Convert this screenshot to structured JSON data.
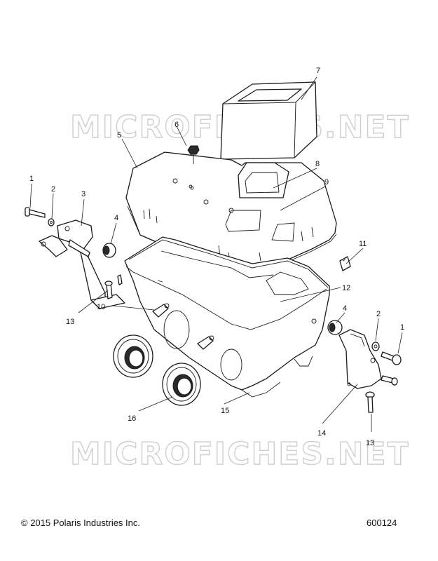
{
  "watermark": "MICROFICHES.NET",
  "footer": {
    "copyright": "© 2015 Polaris Industries Inc.",
    "figure_number": "600124"
  },
  "callouts": {
    "c1a": "1",
    "c2a": "2",
    "c3": "3",
    "c4a": "4",
    "c5": "5",
    "c6": "6",
    "c7": "7",
    "c8": "8",
    "c9": "9",
    "c10": "10",
    "c11": "11",
    "c12": "12",
    "c13a": "13",
    "c4b": "4",
    "c2b": "2",
    "c1b": "1",
    "c14": "14",
    "c15": "15",
    "c16": "16",
    "c13b": "13"
  }
}
